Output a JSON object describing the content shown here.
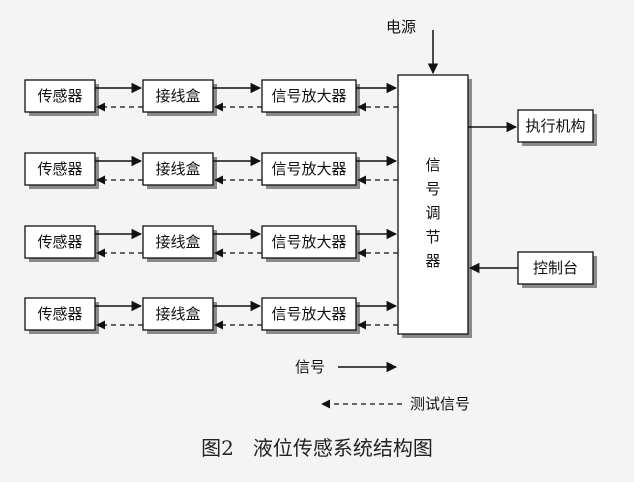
{
  "labels": {
    "sensor": "传感器",
    "junction_box": "接线盒",
    "signal_amplifier": "信号放大器",
    "signal_regulator_chars": [
      "信",
      "号",
      "调",
      "节",
      "器"
    ],
    "power": "电源",
    "actuator": "执行机构",
    "console": "控制台"
  },
  "channels": [
    {
      "sensor": "传感器",
      "junction_box": "接线盒",
      "amplifier": "信号放大器"
    },
    {
      "sensor": "传感器",
      "junction_box": "接线盒",
      "amplifier": "信号放大器"
    },
    {
      "sensor": "传感器",
      "junction_box": "接线盒",
      "amplifier": "信号放大器"
    },
    {
      "sensor": "传感器",
      "junction_box": "接线盒",
      "amplifier": "信号放大器"
    }
  ],
  "legend": {
    "signal": "信号",
    "test_signal": "测试信号"
  },
  "caption": "图2   液位传感系统结构图"
}
